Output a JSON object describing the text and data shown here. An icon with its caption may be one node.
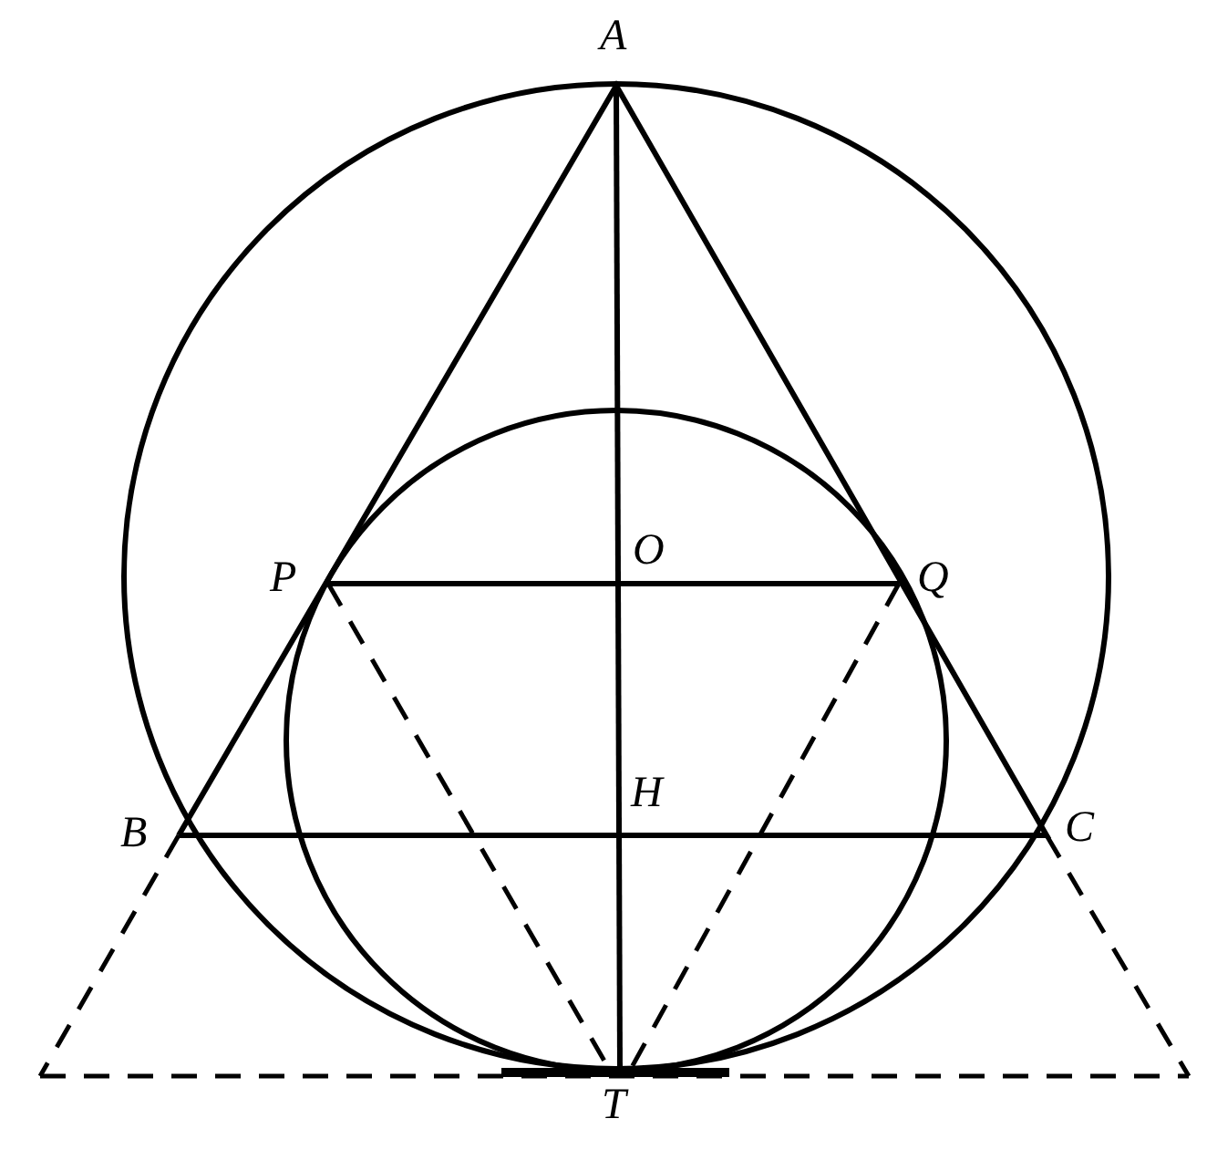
{
  "diagram": {
    "labels": [
      "A",
      "P",
      "O",
      "Q",
      "B",
      "H",
      "C",
      "T"
    ]
  }
}
